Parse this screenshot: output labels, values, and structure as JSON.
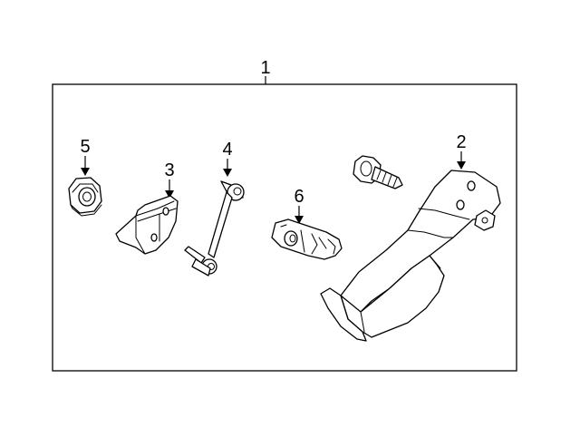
{
  "diagram": {
    "callouts": {
      "assembly": "1",
      "sensor": "2",
      "bracket": "3",
      "link": "4",
      "nut": "5",
      "connector": "6"
    }
  }
}
